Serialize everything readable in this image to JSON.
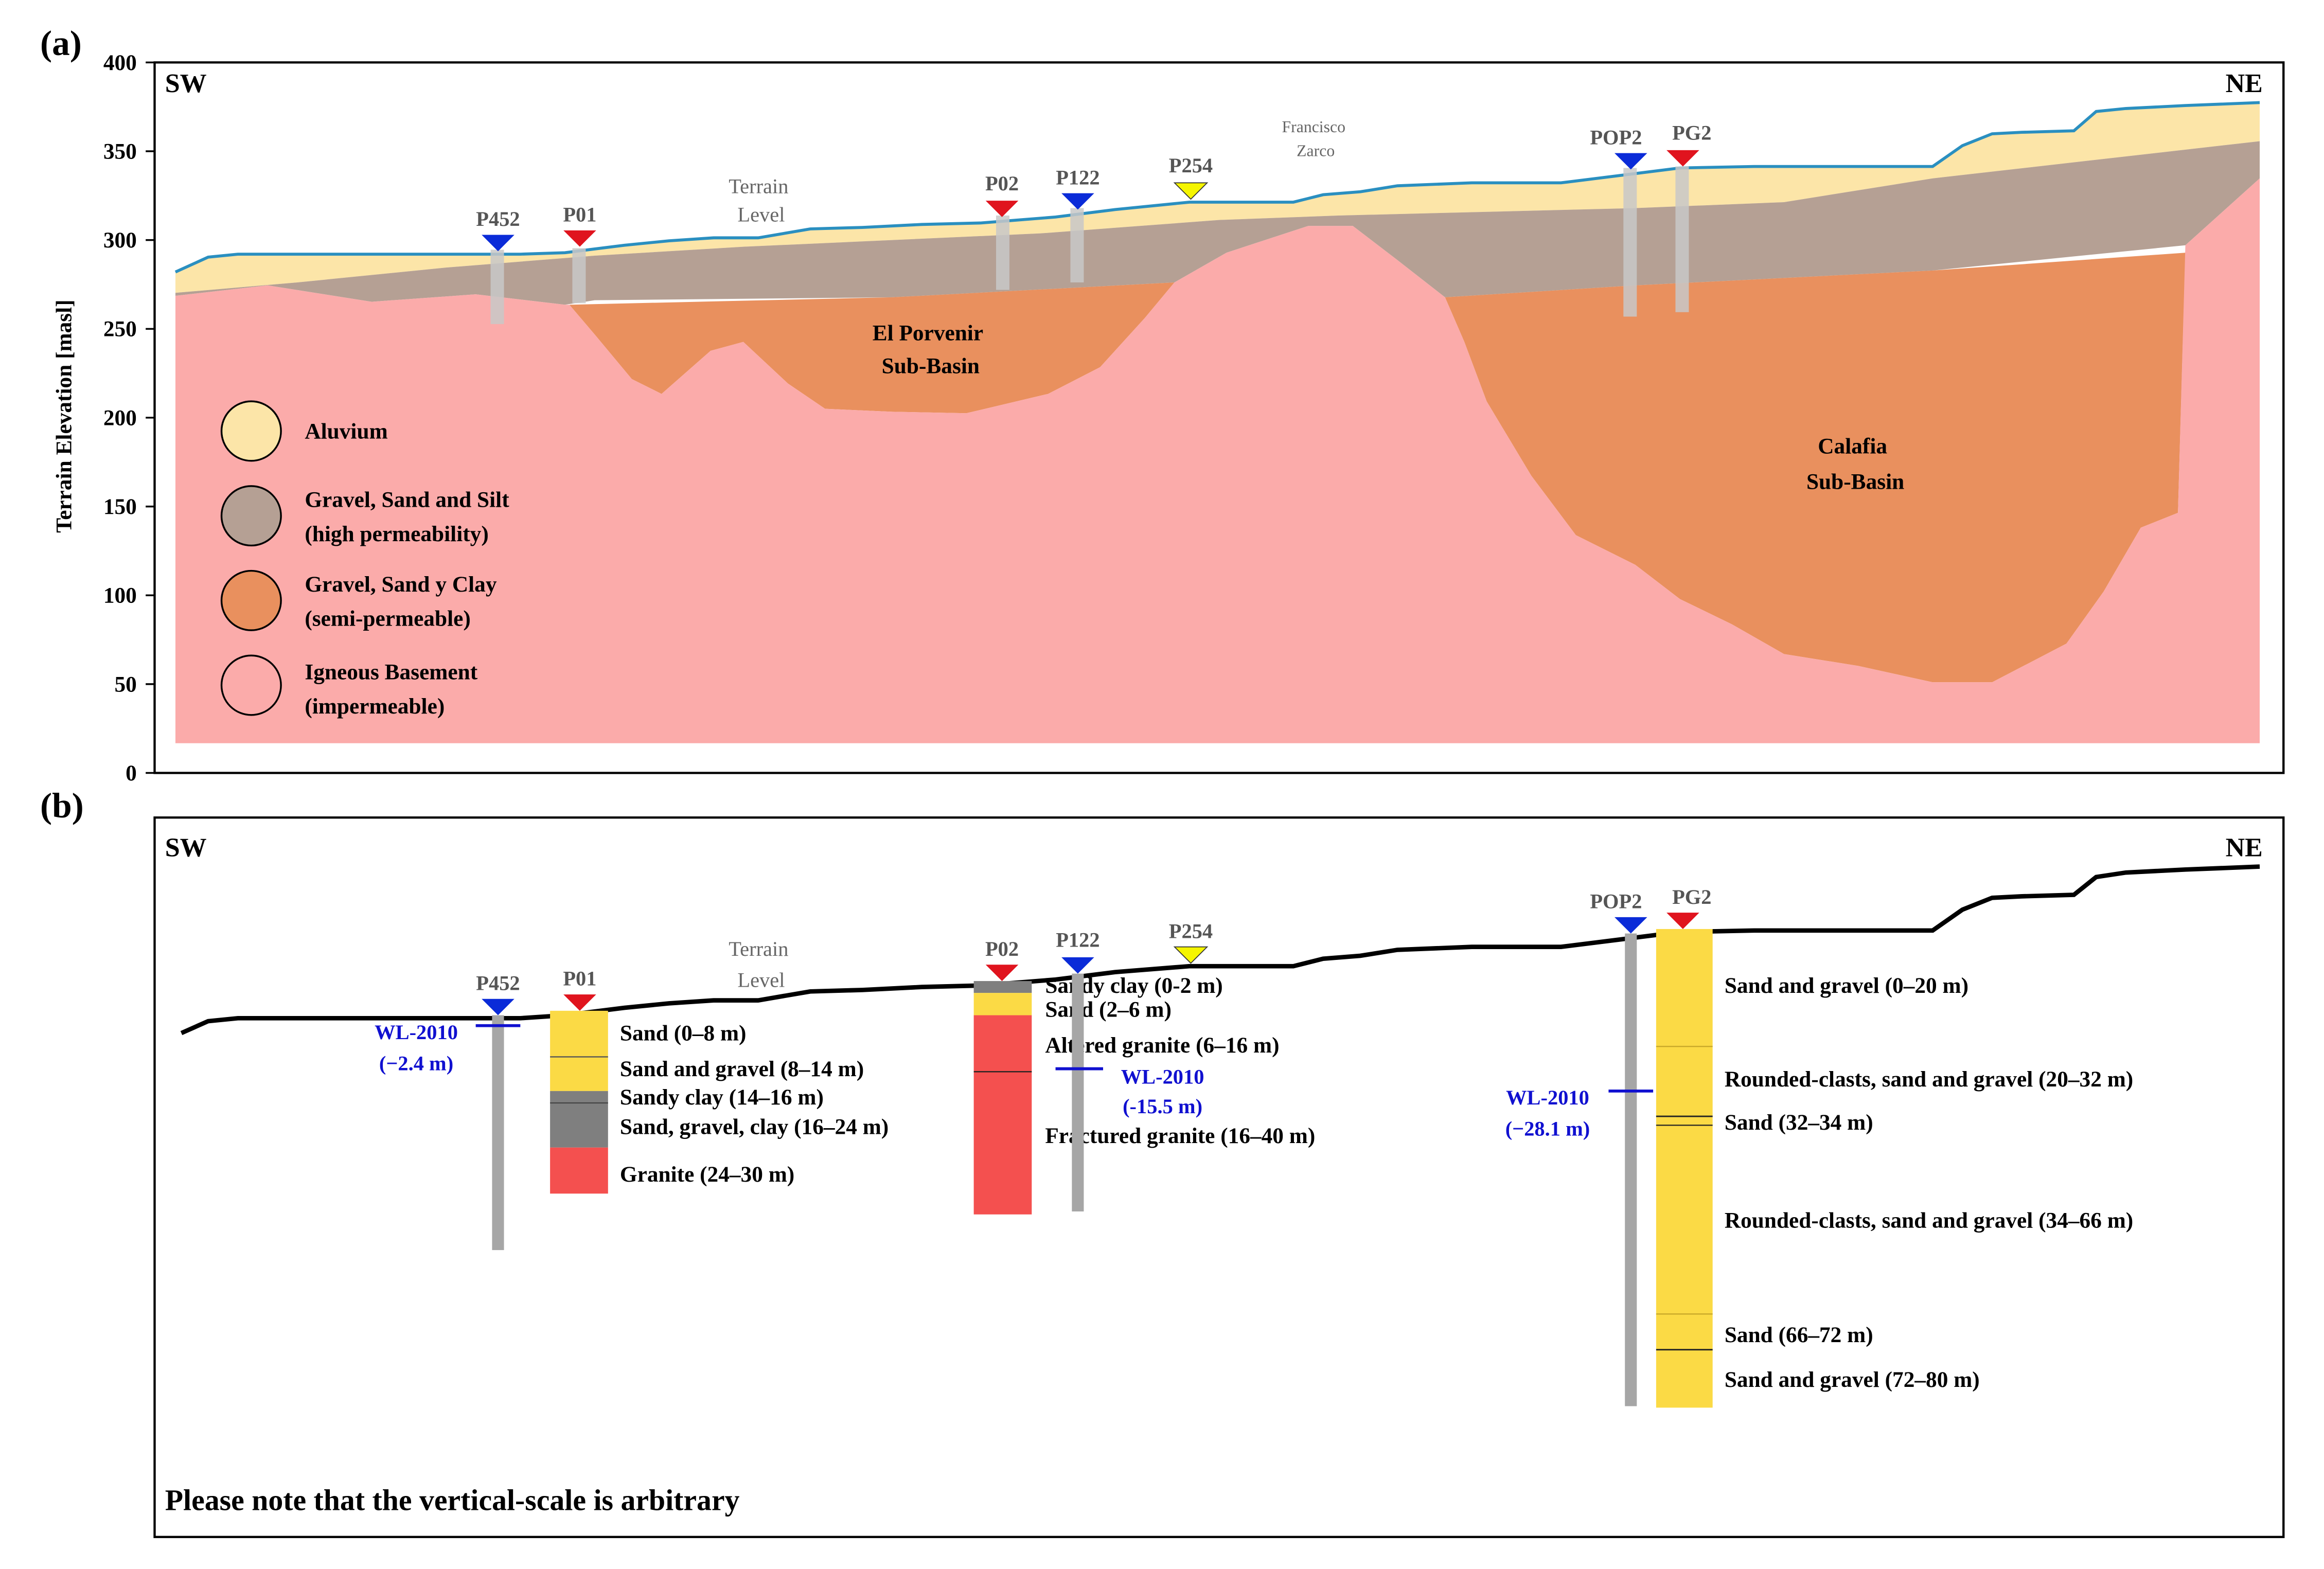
{
  "panel_a": {
    "label": "(a)",
    "corner_left": "SW",
    "corner_right": "NE",
    "y_axis": {
      "label": "Terrain Elevation [masl]",
      "ticks": [
        "0",
        "50",
        "100",
        "150",
        "200",
        "250",
        "300",
        "350",
        "400"
      ],
      "ylim": [
        0,
        400
      ]
    },
    "terrain_label": [
      "Terrain",
      "Level"
    ],
    "town_label": [
      "Francisco",
      "Zarco"
    ],
    "basin_labels": {
      "porvenir": [
        "El Porvenir",
        "Sub-Basin"
      ],
      "calafia": [
        "Calafia",
        "Sub-Basin"
      ]
    },
    "legend": [
      {
        "line1": "Aluvium",
        "line2": "",
        "color": "#FCE5A8"
      },
      {
        "line1": "Gravel, Sand and Silt",
        "line2": "(high permeability)",
        "color": "#B5A094"
      },
      {
        "line1": "Gravel, Sand y Clay",
        "line2": "(semi-permeable)",
        "color": "#E9905E"
      },
      {
        "line1": "Igneous Basement",
        "line2": "(impermeable)",
        "color": "#FBABAA"
      }
    ],
    "wells": [
      {
        "name": "P452",
        "marker": "blue"
      },
      {
        "name": "P01",
        "marker": "red"
      },
      {
        "name": "P02",
        "marker": "red"
      },
      {
        "name": "P122",
        "marker": "blue"
      },
      {
        "name": "P254",
        "marker": "yellow"
      },
      {
        "name": "POP2",
        "marker": "blue"
      },
      {
        "name": "PG2",
        "marker": "red"
      }
    ]
  },
  "panel_b": {
    "label": "(b)",
    "corner_left": "SW",
    "corner_right": "NE",
    "terrain_label": [
      "Terrain",
      "Level"
    ],
    "wells": [
      {
        "name": "P452",
        "marker": "blue"
      },
      {
        "name": "P01",
        "marker": "red"
      },
      {
        "name": "P02",
        "marker": "red"
      },
      {
        "name": "P122",
        "marker": "blue"
      },
      {
        "name": "P254",
        "marker": "yellow"
      },
      {
        "name": "POP2",
        "marker": "blue"
      },
      {
        "name": "PG2",
        "marker": "red"
      }
    ],
    "water_levels": [
      {
        "label": "WL-2010",
        "value": "(−2.4 m)"
      },
      {
        "label": "WL-2010",
        "value": "(-15.5 m)"
      },
      {
        "label": "WL-2010",
        "value": "(−28.1 m)"
      }
    ],
    "logs": {
      "P01": [
        "Sand (0–8 m)",
        "Sand and gravel (8–14 m)",
        "Sandy clay (14–16 m)",
        "Sand, gravel, clay (16–24 m)",
        "Granite (24–30 m)"
      ],
      "P02": [
        "Sandy clay (0-2 m)",
        "Sand (2–6 m)",
        "Altered granite (6–16 m)",
        "Fractured granite (16–40 m)"
      ],
      "PG2": [
        "Sand and gravel (0–20 m)",
        "Rounded-clasts, sand and gravel (20–32 m)",
        "Sand (32–34 m)",
        "Rounded-clasts, sand and gravel (34–66 m)",
        "Sand (66–72 m)",
        "Sand and gravel (72–80 m)"
      ]
    },
    "note": "Please note that the vertical-scale is arbitrary"
  },
  "colors": {
    "alluvium": "#FCE5A8",
    "gravel_sand_silt": "#B5A094",
    "gravel_sand_clay": "#E9905E",
    "basement": "#FBABAA",
    "terrain_line_a": "#2A8FC0",
    "well_casing": "#A6A6A6",
    "marker_blue": "#0A2BD8",
    "marker_red": "#E0141E",
    "marker_yellow": "#F5F500",
    "log_sand": "#FBDA45",
    "log_clay": "#7F7F7F",
    "log_granite": "#F4504F",
    "wl_text": "#1010D0"
  }
}
